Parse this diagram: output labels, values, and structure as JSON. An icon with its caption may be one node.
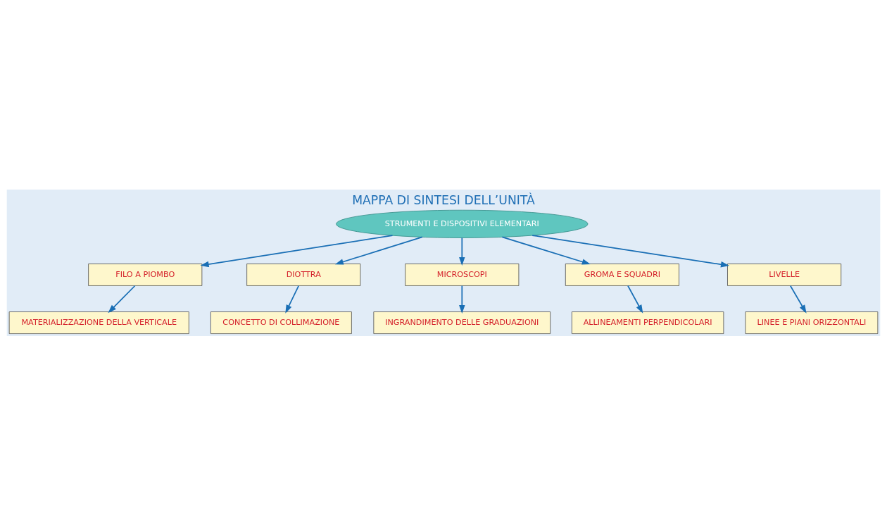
{
  "diagram": {
    "title": "MAPPA DI SINTESI DELL’UNITÀ",
    "nodes": [
      {
        "text": [
          "STRUMENTI E DISPOSITIVI ELEMENTARI"
        ]
      },
      {
        "text": [
          "FILO A PIOMBO"
        ]
      },
      {
        "text": [
          "MATERIALIZZAZIONE DELLA VERTICALE"
        ]
      },
      {
        "text": [
          "DIOTTRA"
        ]
      },
      {
        "text": [
          "CONCETTO DI COLLIMAZIONE"
        ]
      },
      {
        "text": [
          "MICROSCOPI"
        ]
      },
      {
        "text": [
          "INGRANDIMENTO DELLE GRADUAZIONI"
        ]
      },
      {
        "text": [
          "GROMA E SQUADRI"
        ]
      },
      {
        "text": [
          "ALLINEAMENTI PERPENDICOLARI"
        ]
      },
      {
        "text": [
          "LIVELLE"
        ]
      },
      {
        "text": [
          "LINEE E PIANI ORIZZONTALI"
        ]
      }
    ],
    "edges": [
      {
        "from": 0,
        "to": 1,
        "arrow": "to"
      },
      {
        "from": 1,
        "to": 2,
        "arrow": "to"
      },
      {
        "from": 0,
        "to": 3,
        "arrow": "to"
      },
      {
        "from": 3,
        "to": 4,
        "arrow": "to"
      },
      {
        "from": 0,
        "to": 5,
        "arrow": "to"
      },
      {
        "from": 5,
        "to": 6,
        "arrow": "to"
      },
      {
        "from": 0,
        "to": 7,
        "arrow": "to"
      },
      {
        "from": 7,
        "to": 8,
        "arrow": "to"
      },
      {
        "from": 0,
        "to": 9,
        "arrow": "to"
      },
      {
        "from": 9,
        "to": 10,
        "arrow": "to"
      }
    ]
  }
}
